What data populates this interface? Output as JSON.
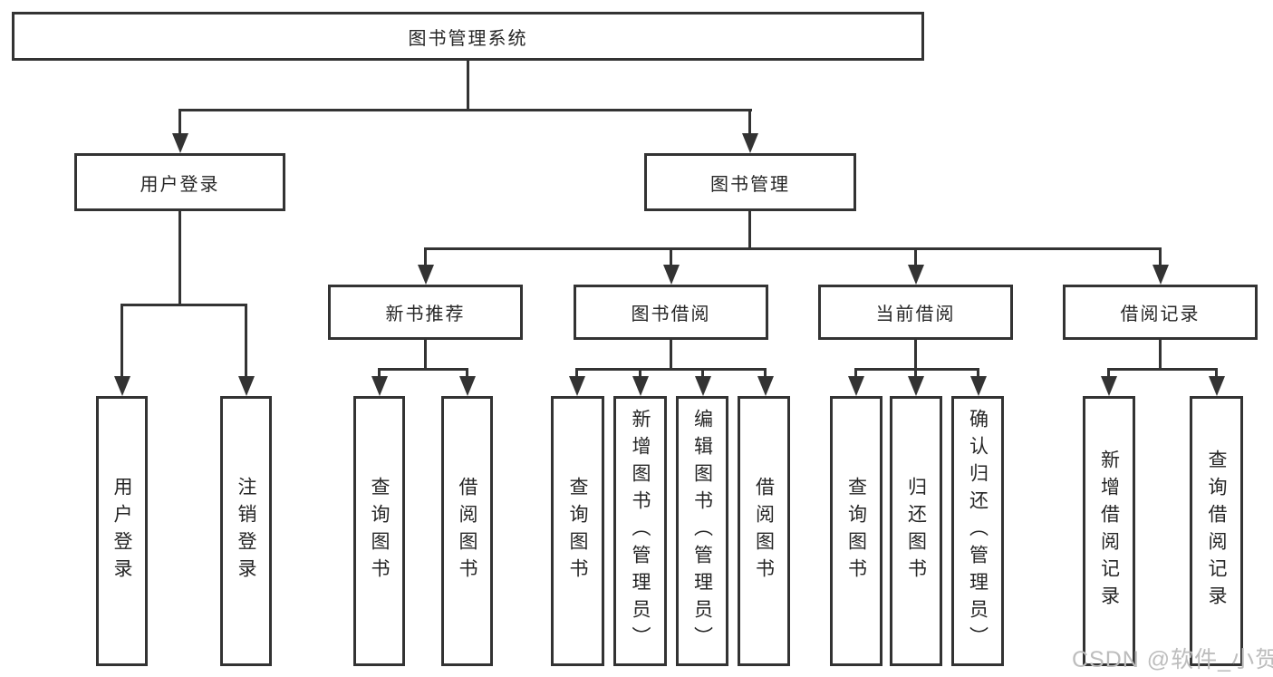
{
  "nodes": {
    "root": "图书管理系统",
    "level2": [
      "用户登录",
      "图书管理"
    ],
    "level3": [
      "新书推荐",
      "图书借阅",
      "当前借阅",
      "借阅记录"
    ],
    "leaves": [
      "用户登录",
      "注销登录",
      "查询图书",
      "借阅图书",
      "查询图书",
      "新增图书（管理员）",
      "编辑图书（管理员）",
      "借阅图书",
      "查询图书",
      "归还图书",
      "确认归还（管理员）",
      "新增借阅记录",
      "查询借阅记录"
    ]
  },
  "watermark": "CSDN @软件_小贺同学",
  "colors": {
    "line": "#333333",
    "text": "#262626",
    "watermark": "#bdbdbd",
    "background": "#ffffff"
  }
}
